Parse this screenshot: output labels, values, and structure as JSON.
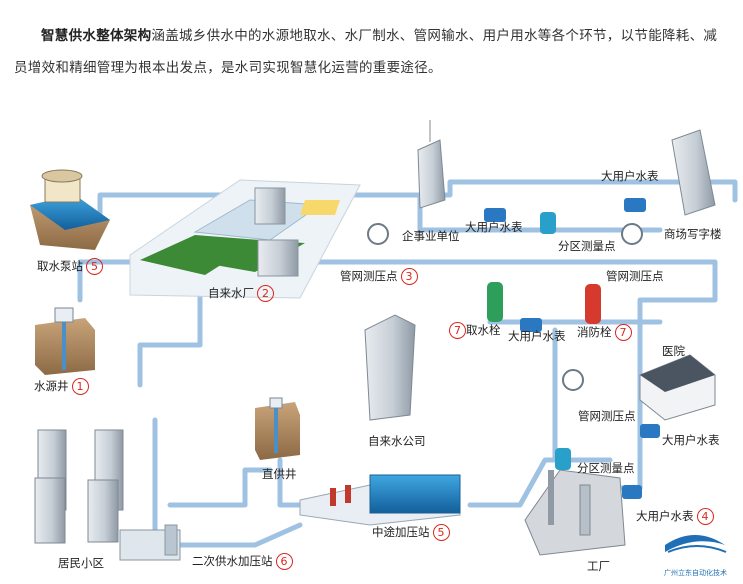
{
  "intro": {
    "bold": "智慧供水整体架构",
    "text": "涵盖城乡供水中的水源地取水、水厂制水、管网输水、用户用水等各个环节，以节能降耗、减员增效和精细管理为根本出发点，是水司实现智慧化运营的重要途径。"
  },
  "labels": {
    "intake_station": {
      "text": "取水泵站",
      "num": "5"
    },
    "water_plant": {
      "text": "自来水厂",
      "num": "2"
    },
    "source_well": {
      "text": "水源井",
      "num": "1"
    },
    "enterprise": {
      "text": "企事业单位"
    },
    "big_meter_1": {
      "text": "大用户水表"
    },
    "big_meter_top": {
      "text": "大用户水表"
    },
    "commercial": {
      "text": "商场写字楼"
    },
    "zone_meter_1": {
      "text": "分区测量点"
    },
    "pressure_1": {
      "text": "管网测压点",
      "num": "3"
    },
    "pressure_2": {
      "text": "管网测压点"
    },
    "hydrant_1": {
      "text": "取水栓",
      "num": "7"
    },
    "big_meter_2": {
      "text": "大用户水表"
    },
    "fire_hydrant": {
      "text": "消防栓",
      "num": "7"
    },
    "hospital": {
      "text": "医院"
    },
    "water_company": {
      "text": "自来水公司"
    },
    "pressure_3": {
      "text": "管网测压点"
    },
    "big_meter_3": {
      "text": "大用户水表"
    },
    "zone_meter_2": {
      "text": "分区测量点"
    },
    "direct_well": {
      "text": "直供井"
    },
    "booster_mid": {
      "text": "中途加压站",
      "num": "5"
    },
    "big_meter_4": {
      "text": "大用户水表",
      "num": "4"
    },
    "residential": {
      "text": "居民小区"
    },
    "booster_2": {
      "text": "二次供水加压站",
      "num": "6"
    },
    "factory": {
      "text": "工厂"
    }
  },
  "logo": {
    "text": "广州立东自动化技术"
  },
  "colors": {
    "pipe": "#b7d3ec",
    "pipe_edge": "#8fb7de",
    "number": "#d8281f",
    "accent": "#1e6fb6"
  }
}
